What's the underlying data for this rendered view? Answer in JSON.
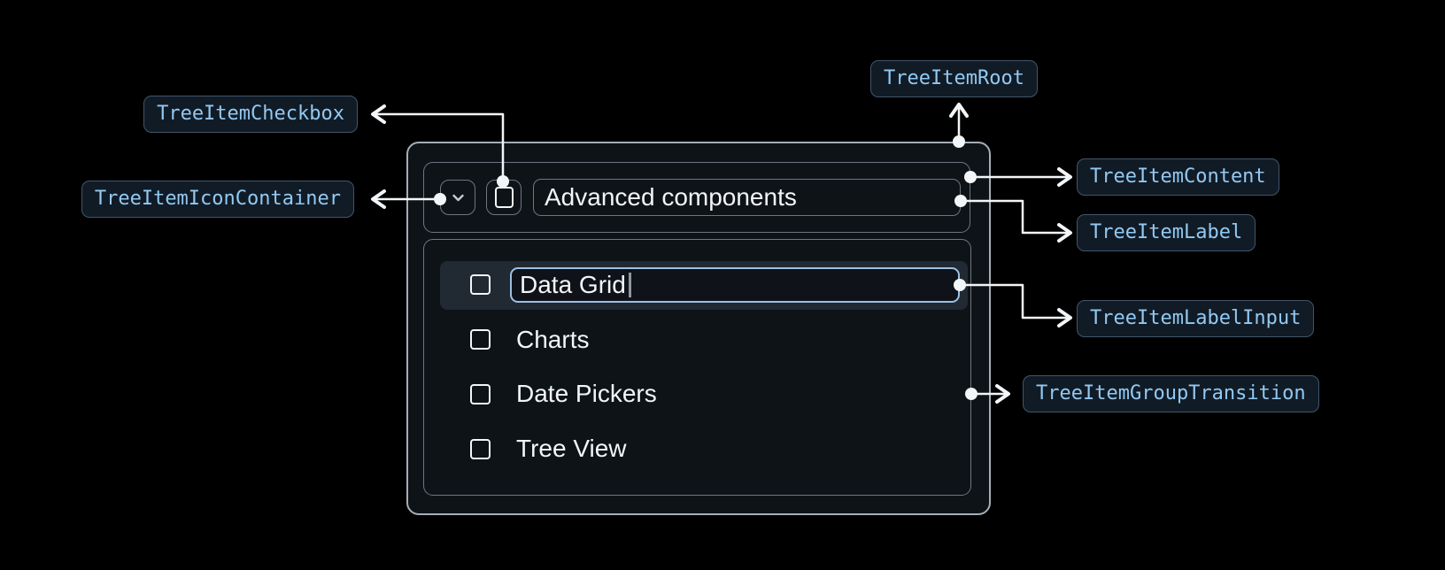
{
  "page": {
    "background": "#000000"
  },
  "colors": {
    "annotation_text": "#92c9f2",
    "annotation_border": "#415669",
    "annotation_bg": "#111b26",
    "connector": "#f3f6f8",
    "root_border": "#a6aeb6",
    "inner_border": "#6d7781",
    "input_focus_border": "#9cc0e2",
    "selected_row_bg": "#212933",
    "text": "#f3f5f7"
  },
  "annotations": {
    "root": "TreeItemRoot",
    "content": "TreeItemContent",
    "icon_container": "TreeItemIconContainer",
    "checkbox": "TreeItemCheckbox",
    "label": "TreeItemLabel",
    "label_input": "TreeItemLabelInput",
    "group_transition": "TreeItemGroupTransition"
  },
  "tree": {
    "parent_item": {
      "label": "Advanced components",
      "expanded": true,
      "checked": false,
      "icons": {
        "expand": "chevron-down-icon",
        "checkbox": "checkbox-unchecked-icon"
      }
    },
    "children": [
      {
        "label": "Data Grid",
        "editing": true,
        "selected": true,
        "checked": false
      },
      {
        "label": "Charts",
        "checked": false
      },
      {
        "label": "Date Pickers",
        "checked": false
      },
      {
        "label": "Tree View",
        "checked": false
      }
    ]
  }
}
